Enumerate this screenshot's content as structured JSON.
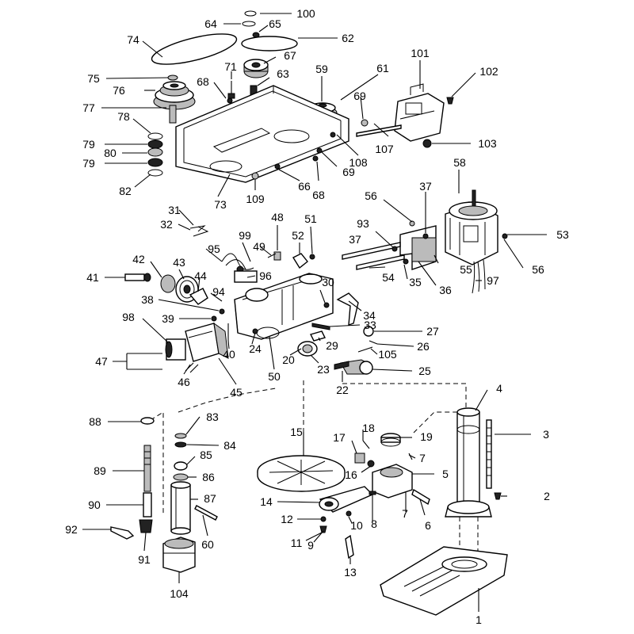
{
  "callouts": [
    "100",
    "64",
    "65",
    "74",
    "62",
    "67",
    "75",
    "71",
    "63",
    "59",
    "61",
    "101",
    "102",
    "76",
    "68",
    "69",
    "77",
    "78",
    "107",
    "103",
    "79",
    "80",
    "108",
    "79",
    "69",
    "82",
    "73",
    "109",
    "66",
    "68",
    "58",
    "56",
    "37",
    "31",
    "32",
    "48",
    "51",
    "99",
    "93",
    "53",
    "37",
    "95",
    "49",
    "52",
    "42",
    "43",
    "96",
    "54",
    "35",
    "55",
    "56",
    "41",
    "44",
    "30",
    "97",
    "36",
    "94",
    "38",
    "34",
    "39",
    "98",
    "33",
    "27",
    "40",
    "29",
    "24",
    "26",
    "105",
    "47",
    "20",
    "23",
    "25",
    "50",
    "46",
    "45",
    "22",
    "88",
    "83",
    "4",
    "84",
    "3",
    "18",
    "19",
    "15",
    "17",
    "85",
    "89",
    "7",
    "86",
    "16",
    "5",
    "87",
    "2",
    "90",
    "14",
    "8",
    "7",
    "12",
    "10",
    "60",
    "92",
    "6",
    "11",
    "9",
    "91",
    "13",
    "104",
    "1"
  ]
}
